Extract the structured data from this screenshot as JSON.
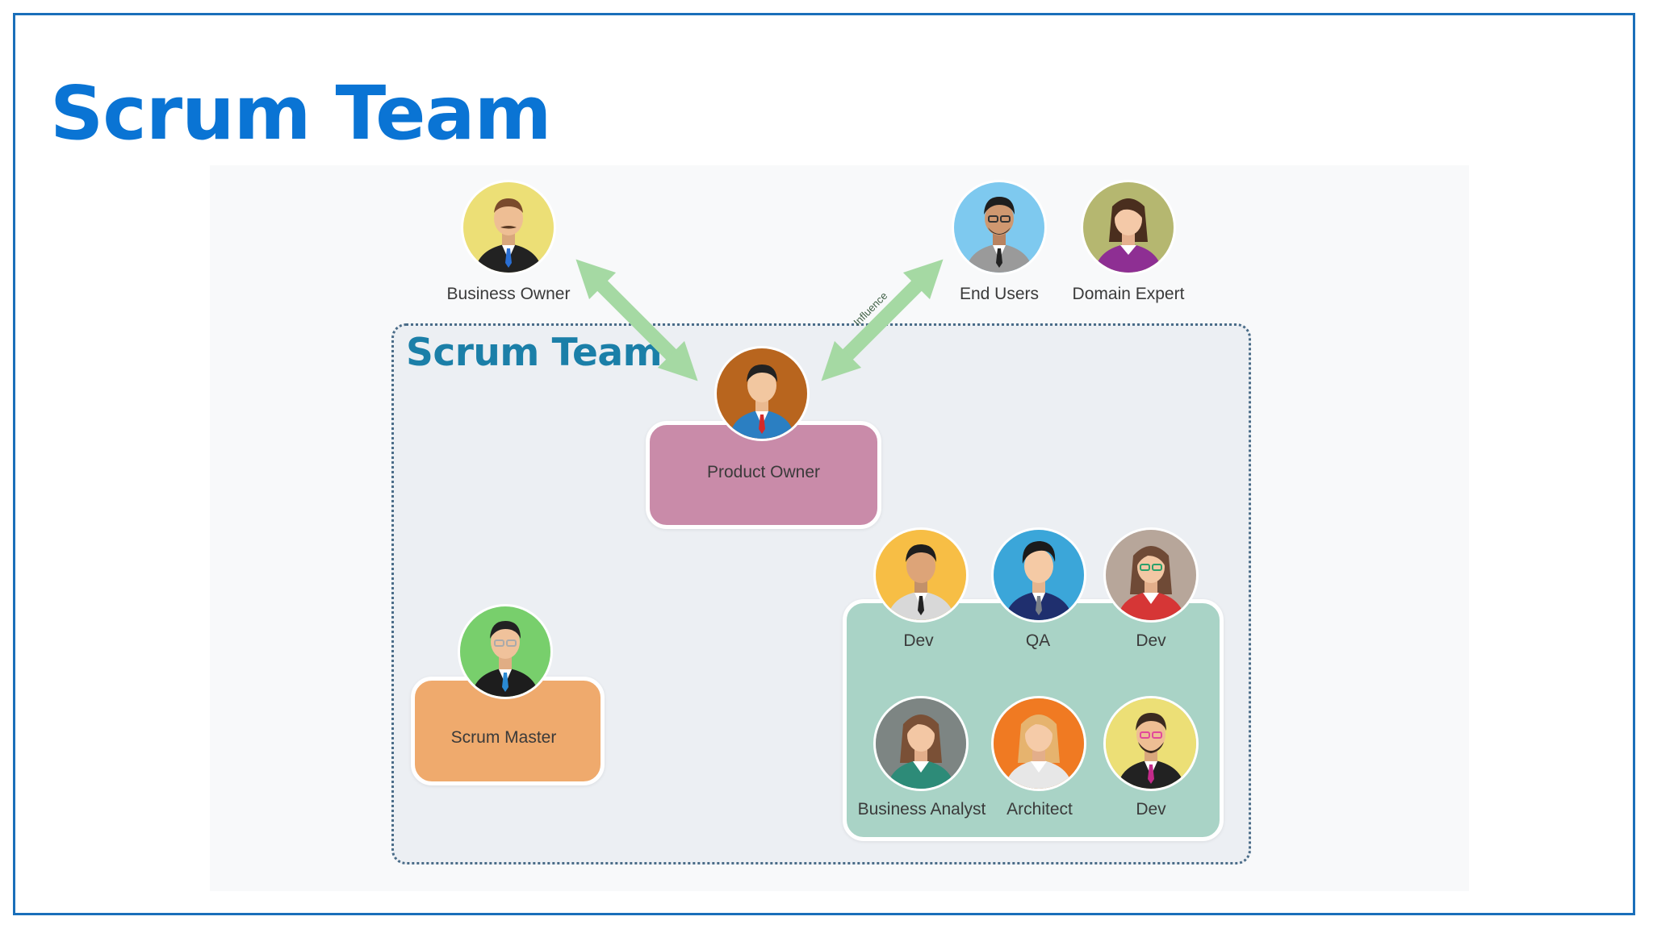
{
  "slide": {
    "title": "Scrum Team"
  },
  "diagram": {
    "team_heading": "Scrum Team",
    "influence_label": "Influence",
    "roles": {
      "product_owner": "Product Owner",
      "scrum_master": "Scrum Master"
    },
    "stakeholders": [
      {
        "label": "Business Owner",
        "icon": "business-owner-avatar-icon"
      },
      {
        "label": "End Users",
        "icon": "end-users-avatar-icon"
      },
      {
        "label": "Domain Expert",
        "icon": "domain-expert-avatar-icon"
      }
    ],
    "dev_team": [
      {
        "label": "Dev",
        "icon": "dev-avatar-icon"
      },
      {
        "label": "QA",
        "icon": "qa-avatar-icon"
      },
      {
        "label": "Dev",
        "icon": "dev-avatar-icon"
      },
      {
        "label": "Business Analyst",
        "icon": "business-analyst-avatar-icon"
      },
      {
        "label": "Architect",
        "icon": "architect-avatar-icon"
      },
      {
        "label": "Dev",
        "icon": "dev-avatar-icon"
      }
    ]
  },
  "colors": {
    "title": "#0a74d4",
    "frame": "#1a6fba",
    "team_heading": "#1b7fa8",
    "product_owner_box": "#c98ba9",
    "scrum_master_box": "#efaa6d",
    "dev_panel": "#a9d3c6",
    "arrow": "#a5d9a3"
  }
}
